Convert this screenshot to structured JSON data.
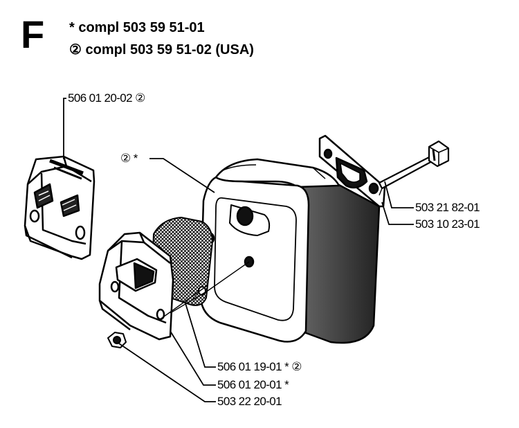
{
  "section": {
    "letter": "F",
    "kit_lines": [
      "* compl 503 59 51-01",
      "② compl 503 59 51-02 (USA)"
    ]
  },
  "callouts": {
    "rear_plate": "506 01 20-02 ②",
    "marker": "② *",
    "bolt": "503 21 82-01",
    "gasket": "503 10 23-01",
    "screen": "506 01 19-01 * ②",
    "front_plate": "506 01 20-01 *",
    "nut": "503 22 20-01"
  }
}
